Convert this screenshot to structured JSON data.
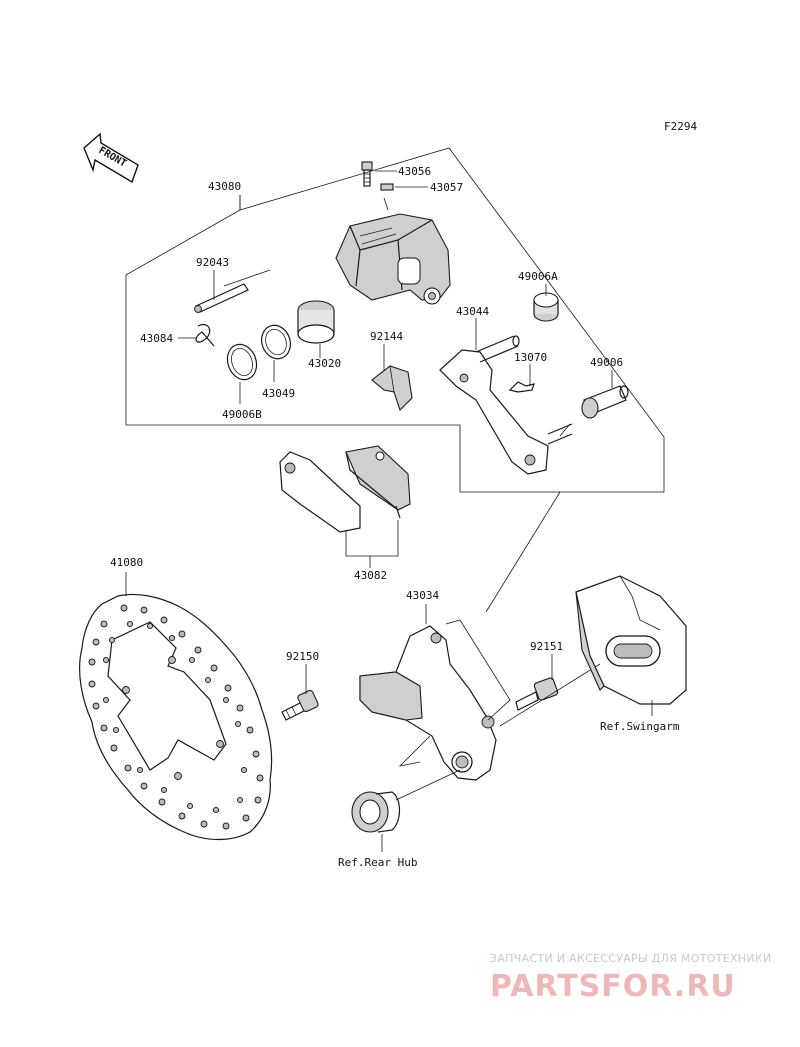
{
  "diagram_code": "F2294",
  "front_label": "FRONT",
  "parts": {
    "p43056": "43056",
    "p43057": "43057",
    "p43080": "43080",
    "p92043": "92043",
    "p49006A": "49006A",
    "p43084": "43084",
    "p43020": "43020",
    "p92144": "92144",
    "p43044": "43044",
    "p13070": "13070",
    "p49006": "49006",
    "p43049": "43049",
    "p49006B": "49006B",
    "p43082": "43082",
    "p41080": "41080",
    "p43034": "43034",
    "p92150": "92150",
    "p92151": "92151"
  },
  "refs": {
    "swingarm": "Ref.Swingarm",
    "rear_hub": "Ref.Rear Hub"
  },
  "watermark": {
    "tagline": "ЗАПЧАСТИ И АКСЕССУАРЫ ДЛЯ МОТОТЕХНИКИ",
    "brand": "PARTSFOR.RU"
  }
}
